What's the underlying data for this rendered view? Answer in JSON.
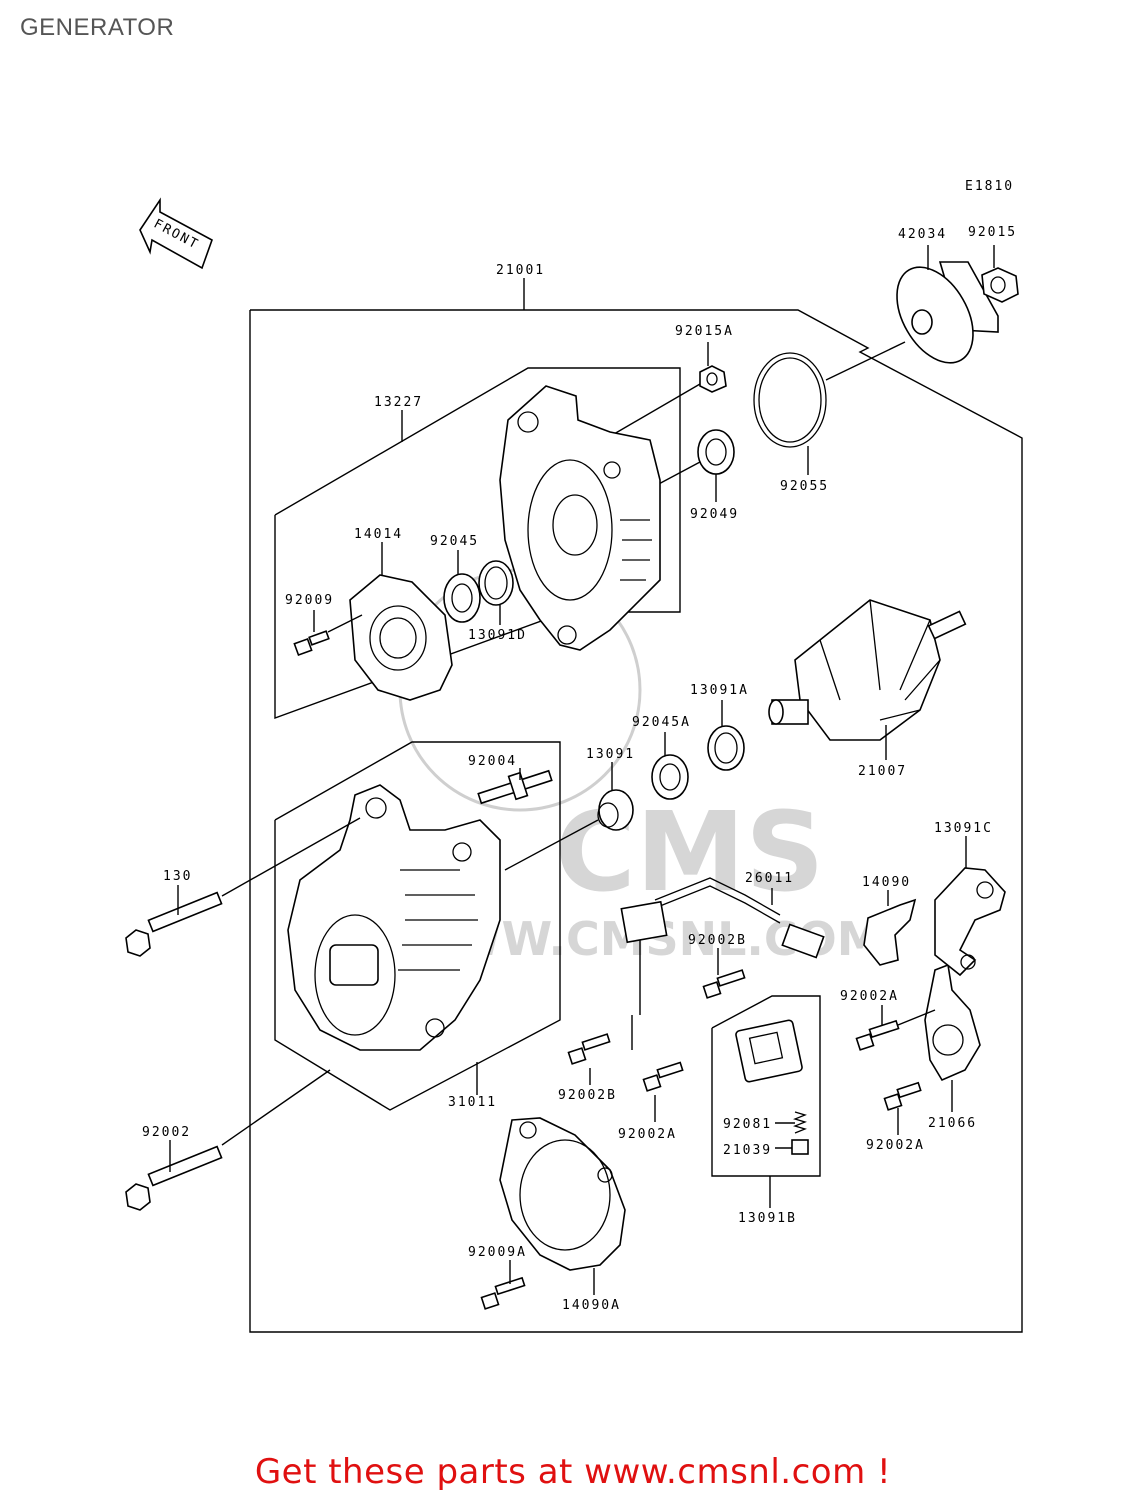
{
  "title": "GENERATOR",
  "diagram_code": "E1810",
  "front_label": "FRONT",
  "watermark": {
    "brand": "CMS",
    "url": "WWW.CMSNL.COM"
  },
  "footer": "Get these parts at www.cmsnl.com !",
  "part_labels": {
    "p21001": "21001",
    "p42034": "42034",
    "p92015": "92015",
    "p92015A": "92015A",
    "p13227": "13227",
    "p92055": "92055",
    "p92049": "92049",
    "p14014": "14014",
    "p92045": "92045",
    "p92009": "92009",
    "p13091D": "13091D",
    "p13091A": "13091A",
    "p92045A": "92045A",
    "p21007": "21007",
    "p92004": "92004",
    "p13091": "13091",
    "p130": "130",
    "p13091C": "13091C",
    "p26011": "26011",
    "p14090": "14090",
    "p92002B_top": "92002B",
    "p92002A_right": "92002A",
    "p92002B_left": "92002B",
    "p92002A_mid": "92002A",
    "p92081": "92081",
    "p21039": "21039",
    "p21066": "21066",
    "p92002A_bottom": "92002A",
    "p31011": "31011",
    "p92002": "92002",
    "p13091B": "13091B",
    "p92009A": "92009A",
    "p14090A": "14090A"
  }
}
